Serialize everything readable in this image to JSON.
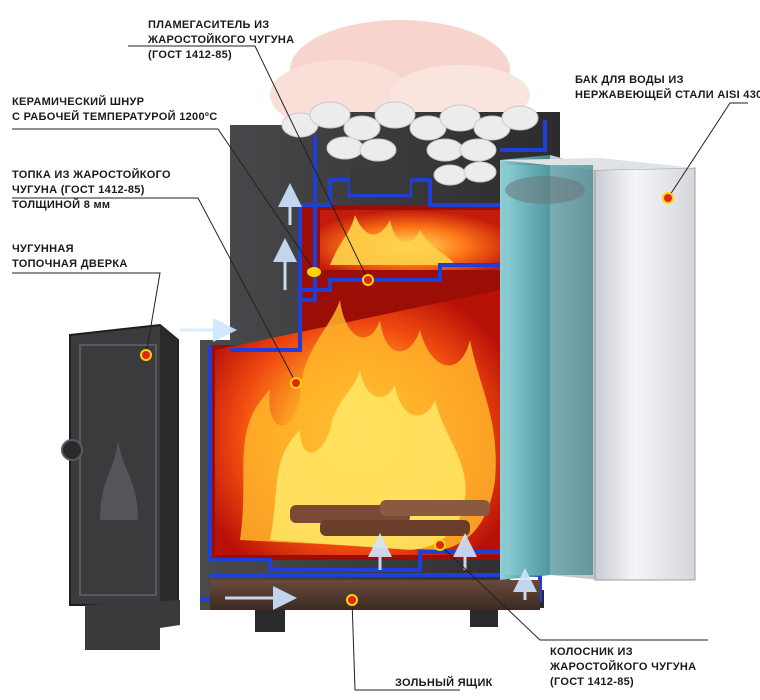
{
  "labels": {
    "flame_damper": {
      "lines": [
        "ПЛАМЕГАСИТЕЛЬ ИЗ",
        "ЖАРОСТОЙКОГО ЧУГУНА",
        "(ГОСТ 1412-85)"
      ]
    },
    "ceramic_cord": {
      "lines": [
        "КЕРАМИЧЕСКИЙ ШНУР",
        "С РАБОЧЕЙ ТЕМПЕРАТУРОЙ 1200ºС"
      ]
    },
    "firebox": {
      "lines": [
        "ТОПКА ИЗ ЖАРОСТОЙКОГО",
        "ЧУГУНА (ГОСТ 1412-85)",
        "ТОЛЩИНОЙ 8 мм"
      ]
    },
    "door": {
      "lines": [
        "ЧУГУННАЯ",
        "ТОПОЧНАЯ ДВЕРКА"
      ]
    },
    "water_tank": {
      "lines": [
        "БАК ДЛЯ ВОДЫ ИЗ",
        "НЕРЖАВЕЮЩЕЙ СТАЛИ AISI 430"
      ]
    },
    "grate": {
      "lines": [
        "КОЛОСНИК ИЗ",
        "ЖАРОСТОЙКОГО ЧУГУНА",
        "(ГОСТ 1412-85)"
      ]
    },
    "ash_box": {
      "lines": [
        "ЗОЛЬНЫЙ ЯЩИК"
      ]
    }
  },
  "colors": {
    "cast_iron": "#3d3d3f",
    "cast_iron_dark": "#242426",
    "outline_blue": "#1f3fd6",
    "fire_core": "#ffe45c",
    "fire_mid": "#ff8a1c",
    "fire_outer": "#e0200c",
    "firebox_back": "#b01208",
    "water": "#5aa6ae",
    "steel": "#e3e6ea",
    "stones": "#eaeaea",
    "marker": "#e0261a",
    "marker_ring": "#ffd400",
    "leader_line": "#222222"
  }
}
